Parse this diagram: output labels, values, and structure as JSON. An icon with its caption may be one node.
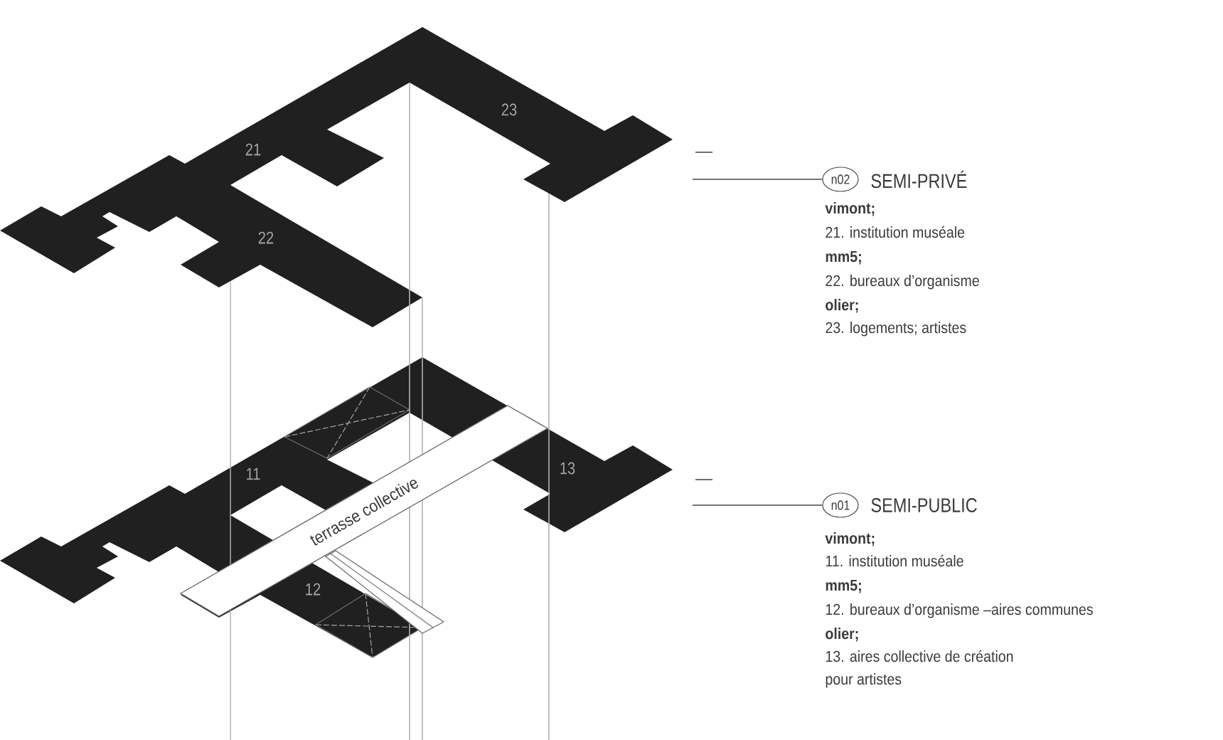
{
  "diagram": {
    "nodes": [
      {
        "text": [
          "21",
          "22",
          "23"
        ]
      },
      {
        "text": [
          "n02"
        ],
        "beside": [
          "SEMI-PRIVÉ",
          "vimont;",
          "21. institution muséale",
          "mm5;",
          "22. bureaux d’organisme",
          "olier;",
          "23. logements; artistes"
        ]
      },
      {
        "text": [
          "11",
          "12",
          "13"
        ]
      },
      {
        "text": [
          "terrasse collective"
        ]
      },
      {
        "text": [
          "n01"
        ],
        "beside": [
          "SEMI-PUBLIC",
          "vimont;",
          "11. institution muséale",
          "mm5;",
          "12. bureaux d’organisme –aires communes",
          "olier;",
          "13. aires collective de création pour artistes"
        ]
      }
    ],
    "edges": [
      {
        "from": 1,
        "to": null,
        "arrow": "none"
      },
      {
        "from": 4,
        "to": null,
        "arrow": "none"
      }
    ]
  }
}
